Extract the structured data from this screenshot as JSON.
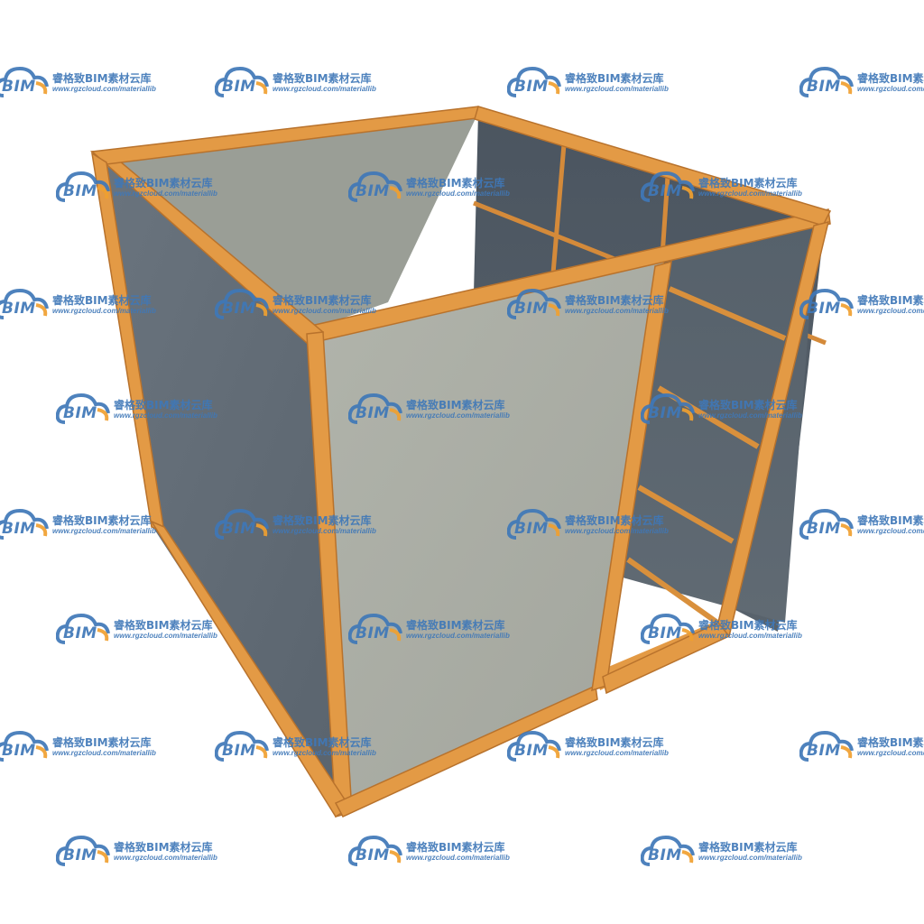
{
  "watermark": {
    "logo_text": "BIM",
    "brand_name": "睿格致BIM素材云库",
    "url": "www.rgzcloud.com/materiallib",
    "color": "#3f78b8",
    "accent_color": "#f0a030"
  },
  "model": {
    "frame_color": "#e39a45",
    "panel_dark_color": "#56606a",
    "panel_light_color": "#a9aca4",
    "background_color": "#ffffff"
  }
}
